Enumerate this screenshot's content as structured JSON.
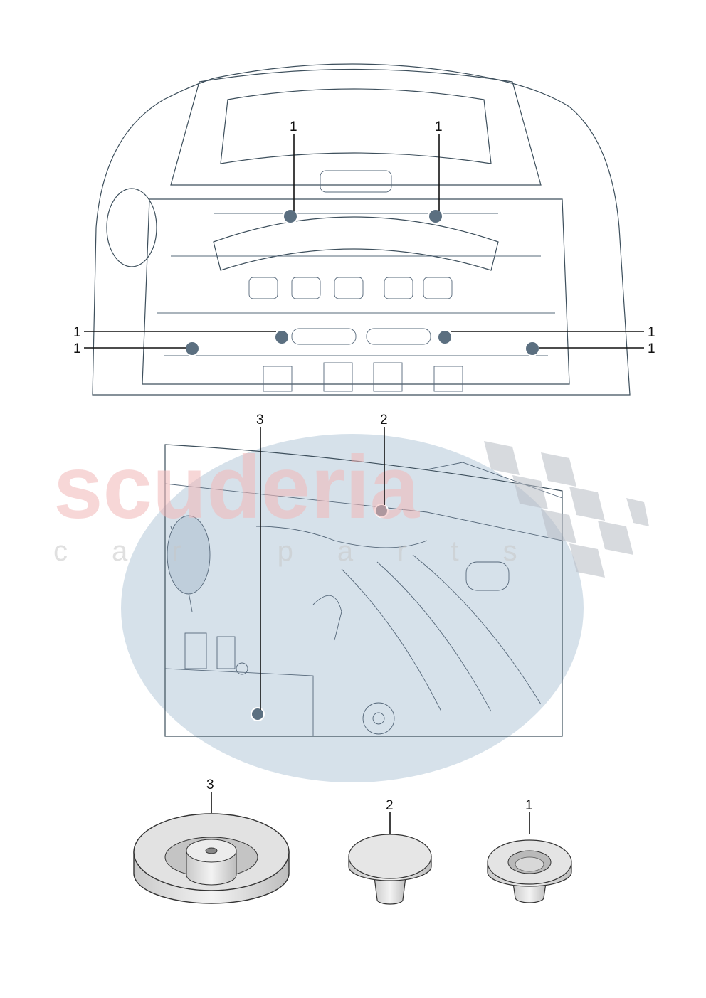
{
  "diagram": {
    "callouts_top": [
      "1",
      "1",
      "1",
      "1",
      "1",
      "1"
    ],
    "callouts_middle": [
      "3",
      "2"
    ],
    "parts": [
      {
        "number": "3"
      },
      {
        "number": "2"
      },
      {
        "number": "1"
      }
    ]
  },
  "watermark": {
    "line1": "scuderia",
    "line2": "car parts"
  },
  "colors": {
    "body_fill": "#dbe5ee",
    "plug": "#5b6f80",
    "watermark_red": "#f2c4c4"
  }
}
